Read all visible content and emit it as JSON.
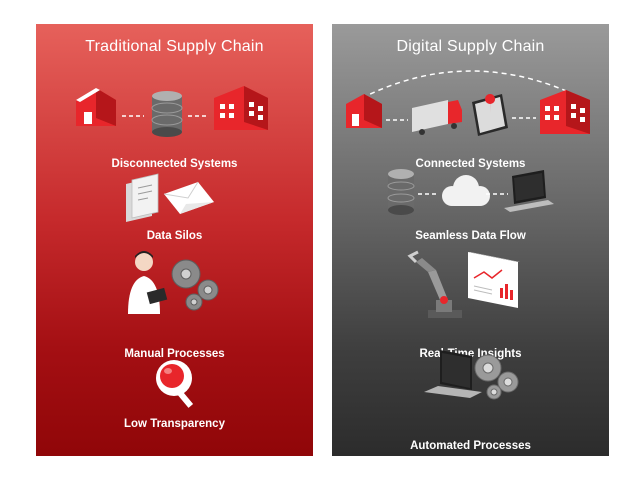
{
  "left_panel": {
    "title": "Traditional Supply Chain",
    "items": [
      {
        "label": "Disconnected Systems"
      },
      {
        "label": "Data Silos"
      },
      {
        "label": "Manual Processes"
      },
      {
        "label": "Low Transparency"
      }
    ]
  },
  "right_panel": {
    "title": "Digital Supply Chain",
    "items": [
      {
        "label": "Connected Systems"
      },
      {
        "label": "Seamless Data Flow"
      },
      {
        "label": "Real-Time Insights"
      },
      {
        "label": "Automated Processes"
      }
    ]
  },
  "colors": {
    "traditional_top": "#e6615b",
    "traditional_bottom": "#900608",
    "digital_top": "#9a9a9a",
    "digital_bottom": "#2c2c2c",
    "accent_red": "#e8262b"
  }
}
